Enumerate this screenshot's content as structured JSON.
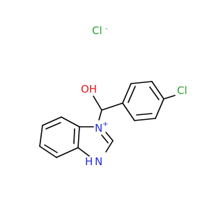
{
  "molecule": {
    "atoms": {
      "chloride_ion": {
        "label": "Cl",
        "charge": "-",
        "color": "#2ca02c"
      },
      "hydroxyl": {
        "label": "OH",
        "color": "#e41a1c"
      },
      "aryl_chlorine": {
        "label": "Cl",
        "color": "#2ca02c"
      },
      "nitrogen_cation": {
        "label": "N",
        "charge": "+",
        "color": "#1f2bd6"
      },
      "nitrogen_h": {
        "label": "H",
        "color": "#1f2bd6"
      },
      "nitrogen_nh": {
        "label": "N",
        "color": "#1f2bd6"
      }
    },
    "bond_color": "#000000"
  }
}
